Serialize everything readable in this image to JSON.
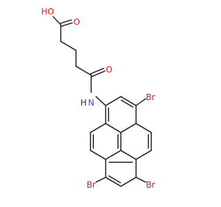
{
  "molecule": {
    "atoms": {
      "ho": "HO",
      "acid_o": "O",
      "amide_o": "O",
      "nh": "N",
      "nh_h": "H",
      "br_top": "Br",
      "br_bottom_left": "Br",
      "br_bottom_right": "Br"
    },
    "colors": {
      "bond": "#2b2b2b",
      "oxygen": "#ff0d0d",
      "nitrogen": "#3050f8",
      "hydrogen": "#2b2b2b",
      "bromine": "#a62929"
    }
  }
}
